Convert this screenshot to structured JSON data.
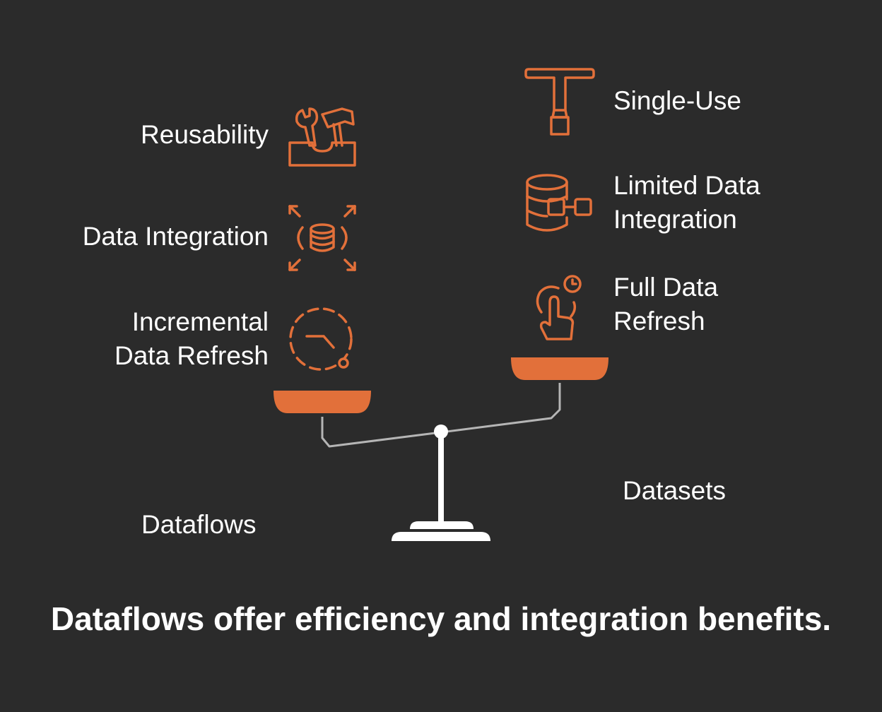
{
  "colors": {
    "accent": "#e2703a",
    "background": "#2b2b2b",
    "text": "#ffffff",
    "beam": "#b5b5b5"
  },
  "left": {
    "title": "Dataflows",
    "items": [
      {
        "line1": "Reusability",
        "line2": "",
        "icon": "toolbox-wrench-hammer-icon"
      },
      {
        "line1": "Data Integration",
        "line2": "",
        "icon": "database-expand-icon"
      },
      {
        "line1": "Incremental",
        "line2": "Data Refresh",
        "icon": "dashed-circle-gauge-icon"
      }
    ]
  },
  "right": {
    "title": "Datasets",
    "items": [
      {
        "line1": "Single-Use",
        "line2": "",
        "icon": "t-handle-tool-icon"
      },
      {
        "line1": "Limited Data",
        "line2": "Integration",
        "icon": "database-link-icon"
      },
      {
        "line1": "Full Data",
        "line2": "Refresh",
        "icon": "hand-tap-clock-icon"
      }
    ]
  },
  "caption": "Dataflows offer efficiency and integration benefits."
}
